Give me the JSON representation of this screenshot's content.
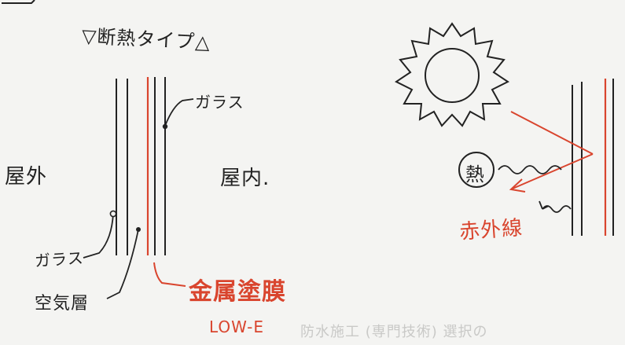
{
  "diagram": {
    "heading": "▽断熱タイプ△",
    "left_panel": {
      "outdoor_label": "屋外",
      "indoor_label": "屋内.",
      "glass_top_label": "ガラス",
      "glass_bottom_label": "ガラス",
      "air_layer_label": "空気層",
      "coating_label": "金属塗膜",
      "coating_sublabel": "LOW-E"
    },
    "right_panel": {
      "heat_label": "熱",
      "infrared_label": "赤外線"
    },
    "faint_background_text": "防水施工 (専門技術) 選択の"
  },
  "colors": {
    "ink": "#222222",
    "accent_red": "#d9452e",
    "paper": "#f4f4f2"
  }
}
